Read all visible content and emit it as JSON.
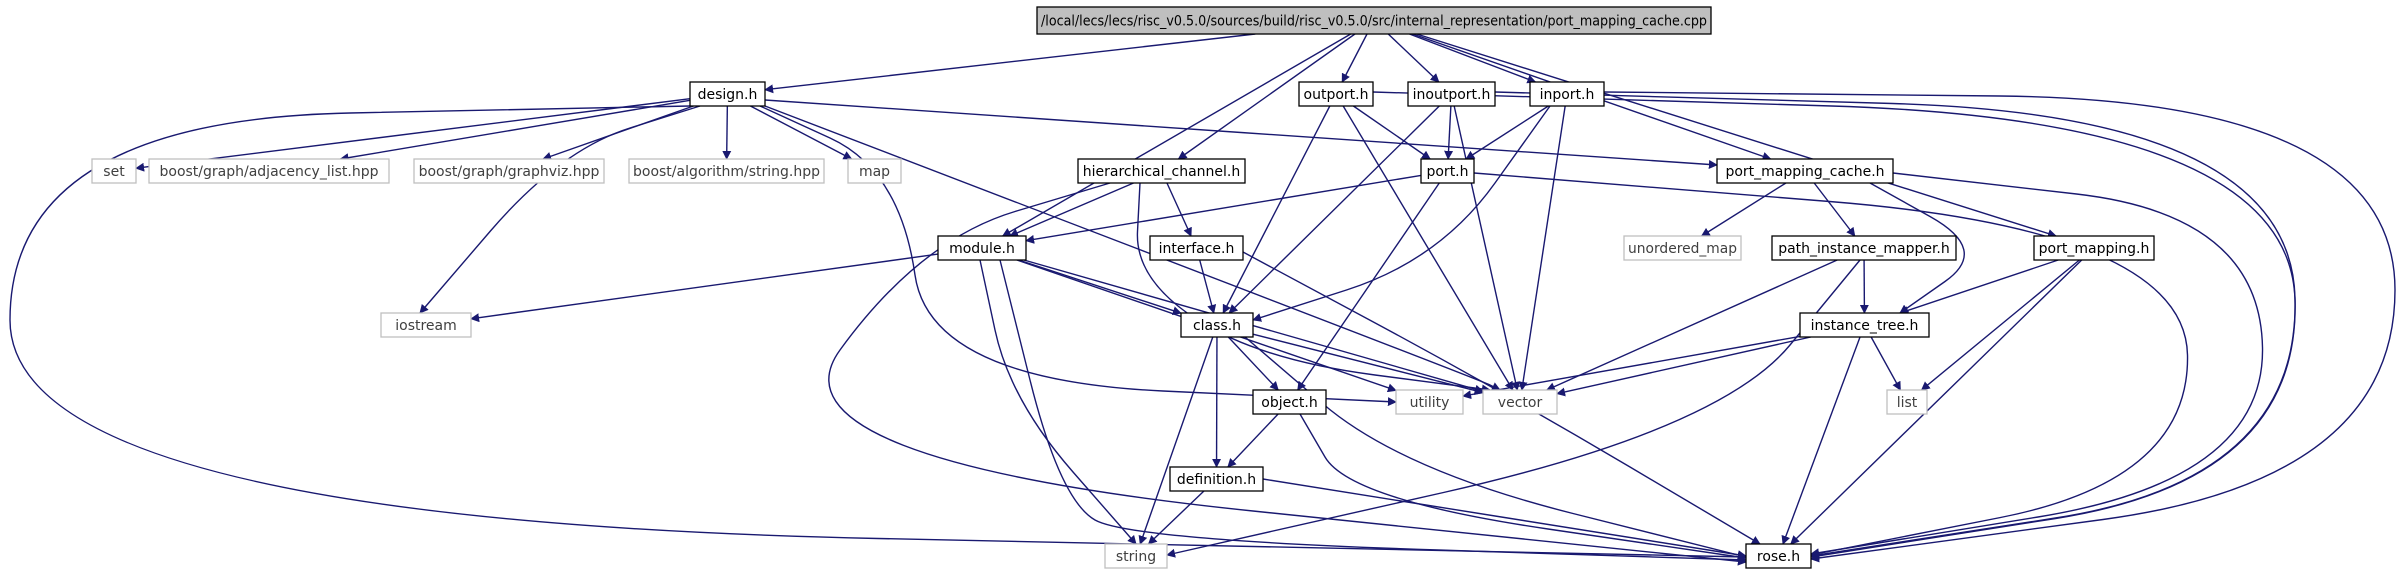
{
  "graph": {
    "root": "/local/lecs/lecs/risc_v0.5.0/sources/build/risc_v0.5.0/src/internal_representation/port_mapping_cache.cpp",
    "nodes": {
      "root": {
        "label": "/local/lecs/lecs/risc_v0.5.0/sources/build/risc_v0.5.0/src/internal_representation/port_mapping_cache.cpp",
        "kind": "root"
      },
      "design": {
        "label": "design.h",
        "kind": "header"
      },
      "outport": {
        "label": "outport.h",
        "kind": "header"
      },
      "inoutport": {
        "label": "inoutport.h",
        "kind": "header"
      },
      "inport": {
        "label": "inport.h",
        "kind": "header"
      },
      "hierarchical_channel": {
        "label": "hierarchical_channel.h",
        "kind": "header"
      },
      "port": {
        "label": "port.h",
        "kind": "header"
      },
      "port_mapping_cache": {
        "label": "port_mapping_cache.h",
        "kind": "header"
      },
      "interface": {
        "label": "interface.h",
        "kind": "header"
      },
      "module": {
        "label": "module.h",
        "kind": "header"
      },
      "path_instance_mapper": {
        "label": "path_instance_mapper.h",
        "kind": "header"
      },
      "port_mapping": {
        "label": "port_mapping.h",
        "kind": "header"
      },
      "class": {
        "label": "class.h",
        "kind": "header"
      },
      "instance_tree": {
        "label": "instance_tree.h",
        "kind": "header"
      },
      "object": {
        "label": "object.h",
        "kind": "header"
      },
      "definition": {
        "label": "definition.h",
        "kind": "header"
      },
      "set": {
        "label": "set",
        "kind": "external"
      },
      "adjacency_list": {
        "label": "boost/graph/adjacency_list.hpp",
        "kind": "external"
      },
      "graphviz": {
        "label": "boost/graph/graphviz.hpp",
        "kind": "external"
      },
      "string_hpp": {
        "label": "boost/algorithm/string.hpp",
        "kind": "external"
      },
      "map": {
        "label": "map",
        "kind": "external"
      },
      "unordered_map": {
        "label": "unordered_map",
        "kind": "external"
      },
      "iostream": {
        "label": "iostream",
        "kind": "external"
      },
      "utility": {
        "label": "utility",
        "kind": "external"
      },
      "vector": {
        "label": "vector",
        "kind": "external"
      },
      "list": {
        "label": "list",
        "kind": "external"
      },
      "string": {
        "label": "string",
        "kind": "external"
      },
      "rose": {
        "label": "rose.h",
        "kind": "header"
      }
    },
    "edges": [
      [
        "root",
        "design"
      ],
      [
        "root",
        "outport"
      ],
      [
        "root",
        "inoutport"
      ],
      [
        "root",
        "inport"
      ],
      [
        "root",
        "hierarchical_channel"
      ],
      [
        "root",
        "module"
      ],
      [
        "root",
        "port_mapping_cache"
      ],
      [
        "root",
        "port_mapping"
      ],
      [
        "design",
        "set"
      ],
      [
        "design",
        "adjacency_list"
      ],
      [
        "design",
        "graphviz"
      ],
      [
        "design",
        "string_hpp"
      ],
      [
        "design",
        "map"
      ],
      [
        "design",
        "port_mapping_cache"
      ],
      [
        "design",
        "iostream"
      ],
      [
        "design",
        "vector"
      ],
      [
        "design",
        "utility"
      ],
      [
        "design",
        "rose"
      ],
      [
        "outport",
        "port"
      ],
      [
        "outport",
        "class"
      ],
      [
        "outport",
        "vector"
      ],
      [
        "outport",
        "rose"
      ],
      [
        "inoutport",
        "port"
      ],
      [
        "inoutport",
        "class"
      ],
      [
        "inoutport",
        "vector"
      ],
      [
        "inoutport",
        "rose"
      ],
      [
        "inport",
        "port"
      ],
      [
        "inport",
        "class"
      ],
      [
        "inport",
        "vector"
      ],
      [
        "inport",
        "rose"
      ],
      [
        "hierarchical_channel",
        "module"
      ],
      [
        "hierarchical_channel",
        "interface"
      ],
      [
        "hierarchical_channel",
        "vector"
      ],
      [
        "hierarchical_channel",
        "rose"
      ],
      [
        "port",
        "module"
      ],
      [
        "port",
        "object"
      ],
      [
        "port",
        "rose"
      ],
      [
        "port_mapping_cache",
        "unordered_map"
      ],
      [
        "port_mapping_cache",
        "path_instance_mapper"
      ],
      [
        "port_mapping_cache",
        "instance_tree"
      ],
      [
        "port_mapping_cache",
        "rose"
      ],
      [
        "interface",
        "class"
      ],
      [
        "interface",
        "rose"
      ],
      [
        "module",
        "iostream"
      ],
      [
        "module",
        "class"
      ],
      [
        "module",
        "utility"
      ],
      [
        "module",
        "vector"
      ],
      [
        "module",
        "string"
      ],
      [
        "module",
        "rose"
      ],
      [
        "path_instance_mapper",
        "instance_tree"
      ],
      [
        "path_instance_mapper",
        "vector"
      ],
      [
        "path_instance_mapper",
        "string"
      ],
      [
        "port_mapping",
        "instance_tree"
      ],
      [
        "port_mapping",
        "list"
      ],
      [
        "port_mapping",
        "rose"
      ],
      [
        "class",
        "object"
      ],
      [
        "class",
        "definition"
      ],
      [
        "class",
        "vector"
      ],
      [
        "class",
        "string"
      ],
      [
        "class",
        "rose"
      ],
      [
        "instance_tree",
        "utility"
      ],
      [
        "instance_tree",
        "vector"
      ],
      [
        "instance_tree",
        "list"
      ],
      [
        "instance_tree",
        "rose"
      ],
      [
        "object",
        "definition"
      ],
      [
        "object",
        "rose"
      ],
      [
        "definition",
        "string"
      ],
      [
        "definition",
        "rose"
      ]
    ],
    "colors": {
      "edge": "#191970",
      "root_fill": "#bfbfbf",
      "header_border": "#000000",
      "external_border": "#bfbfbf",
      "external_text": "#404040"
    }
  }
}
